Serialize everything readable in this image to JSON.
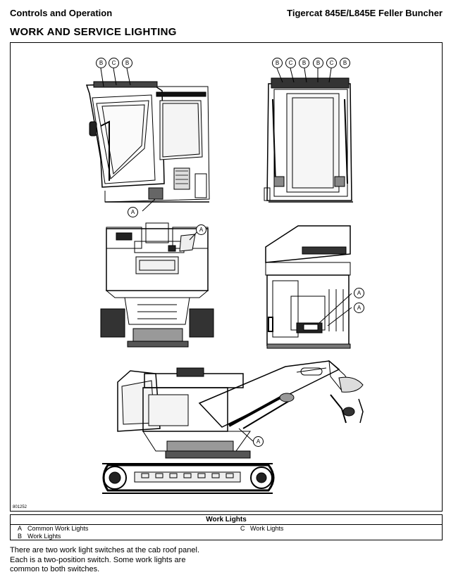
{
  "header": {
    "left": "Controls and Operation",
    "right": "Tigercat 845E/L845E Feller Buncher"
  },
  "section_title": "WORK AND SERVICE LIGHTING",
  "figure": {
    "id": "801252",
    "callouts": {
      "a": "A",
      "b": "B",
      "c": "C"
    }
  },
  "legend": {
    "title": "Work Lights",
    "items": [
      {
        "letter": "A",
        "text": "Common Work Lights"
      },
      {
        "letter": "B",
        "text": "Work Lights"
      },
      {
        "letter": "C",
        "text": "Work Lights"
      }
    ]
  },
  "body": {
    "lines": [
      "There are two work light switches at the cab roof panel.",
      "Each is a two-position switch. Some work lights are",
      "common to both switches."
    ]
  }
}
